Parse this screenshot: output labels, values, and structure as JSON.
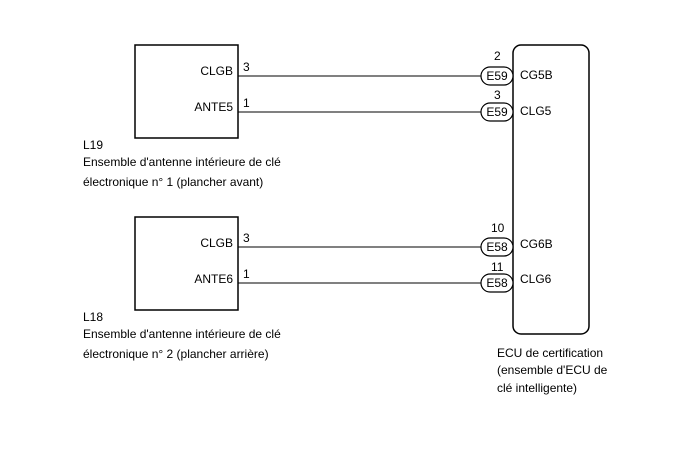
{
  "components": {
    "l19": {
      "id": "L19",
      "desc_line1": "Ensemble d'antenne intérieure de clé",
      "desc_line2": "électronique n° 1 (plancher avant)",
      "pins": [
        {
          "name": "CLGB",
          "number": "3"
        },
        {
          "name": "ANTE5",
          "number": "1"
        }
      ]
    },
    "l18": {
      "id": "L18",
      "desc_line1": "Ensemble d'antenne intérieure de clé",
      "desc_line2": "électronique n° 2 (plancher arrière)",
      "pins": [
        {
          "name": "CLGB",
          "number": "3"
        },
        {
          "name": "ANTE6",
          "number": "1"
        }
      ]
    },
    "ecu": {
      "label_line1": "ECU de certification",
      "label_line2": "(ensemble d'ECU de",
      "label_line3": "clé intelligente)",
      "pins": [
        {
          "name": "CG5B",
          "number": "2",
          "connector": "E59"
        },
        {
          "name": "CLG5",
          "number": "3",
          "connector": "E59"
        },
        {
          "name": "CG6B",
          "number": "10",
          "connector": "E58"
        },
        {
          "name": "CLG6",
          "number": "11",
          "connector": "E58"
        }
      ]
    }
  }
}
